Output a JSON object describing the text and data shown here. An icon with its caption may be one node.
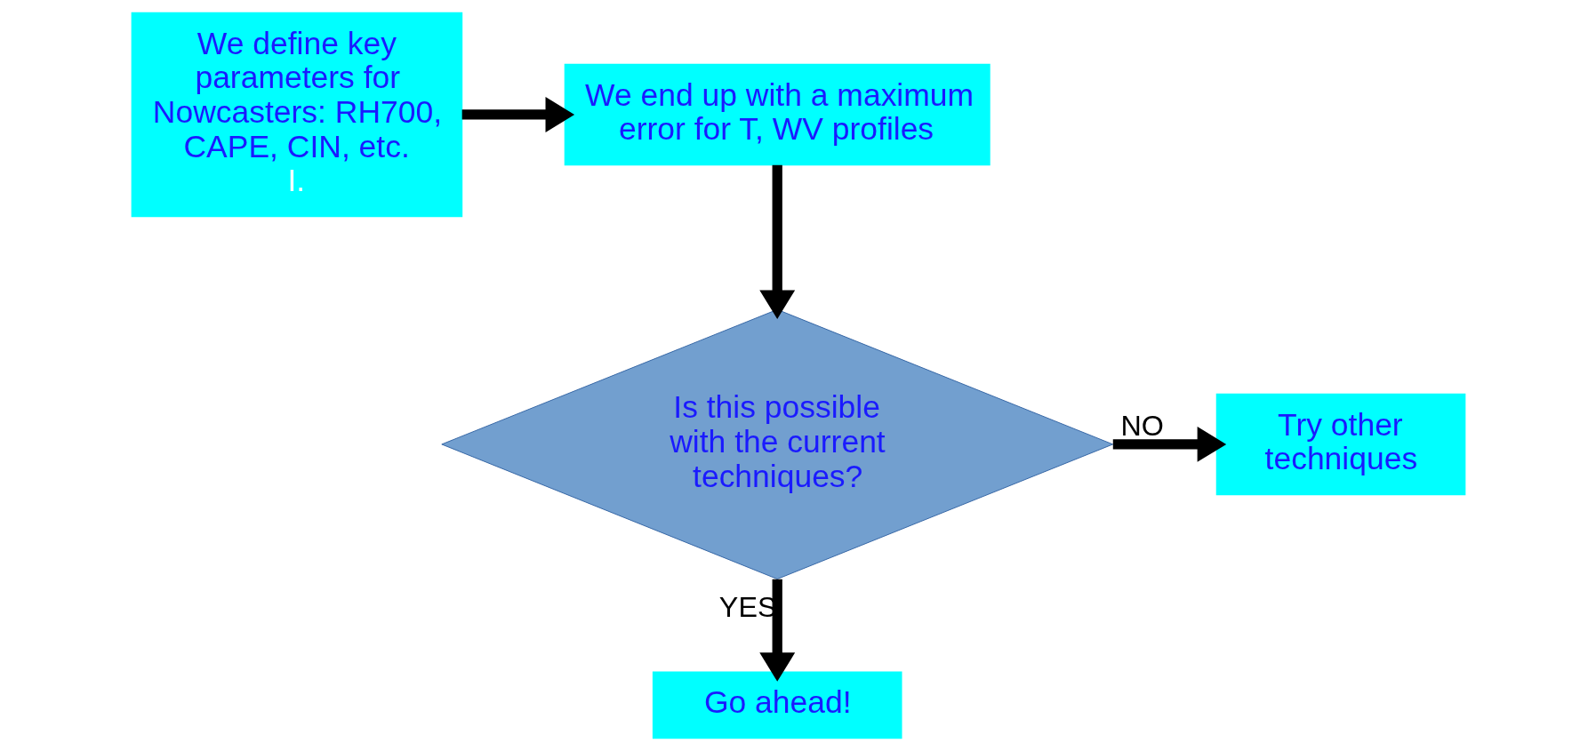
{
  "diagram": {
    "nodes": [
      {
        "text": [
          "We define key parameters for Nowcasters: RH700, CAPE, CIN, etc.",
          "I."
        ]
      },
      {
        "text": [
          "We end up with a maximum error for T, WV profiles"
        ]
      },
      {
        "text": [
          "Is this possible with the current techniques?"
        ]
      },
      {
        "text": [
          "Try other techniques"
        ]
      },
      {
        "text": [
          "Go ahead!"
        ]
      }
    ],
    "edges": [
      {
        "from": 0,
        "to": 1,
        "arrow": "to"
      },
      {
        "from": 1,
        "to": 2,
        "arrow": "to"
      },
      {
        "from": 2,
        "to": 3,
        "arrow": "to",
        "label": "NO"
      },
      {
        "from": 2,
        "to": 4,
        "arrow": "to",
        "label": "YES"
      }
    ]
  }
}
